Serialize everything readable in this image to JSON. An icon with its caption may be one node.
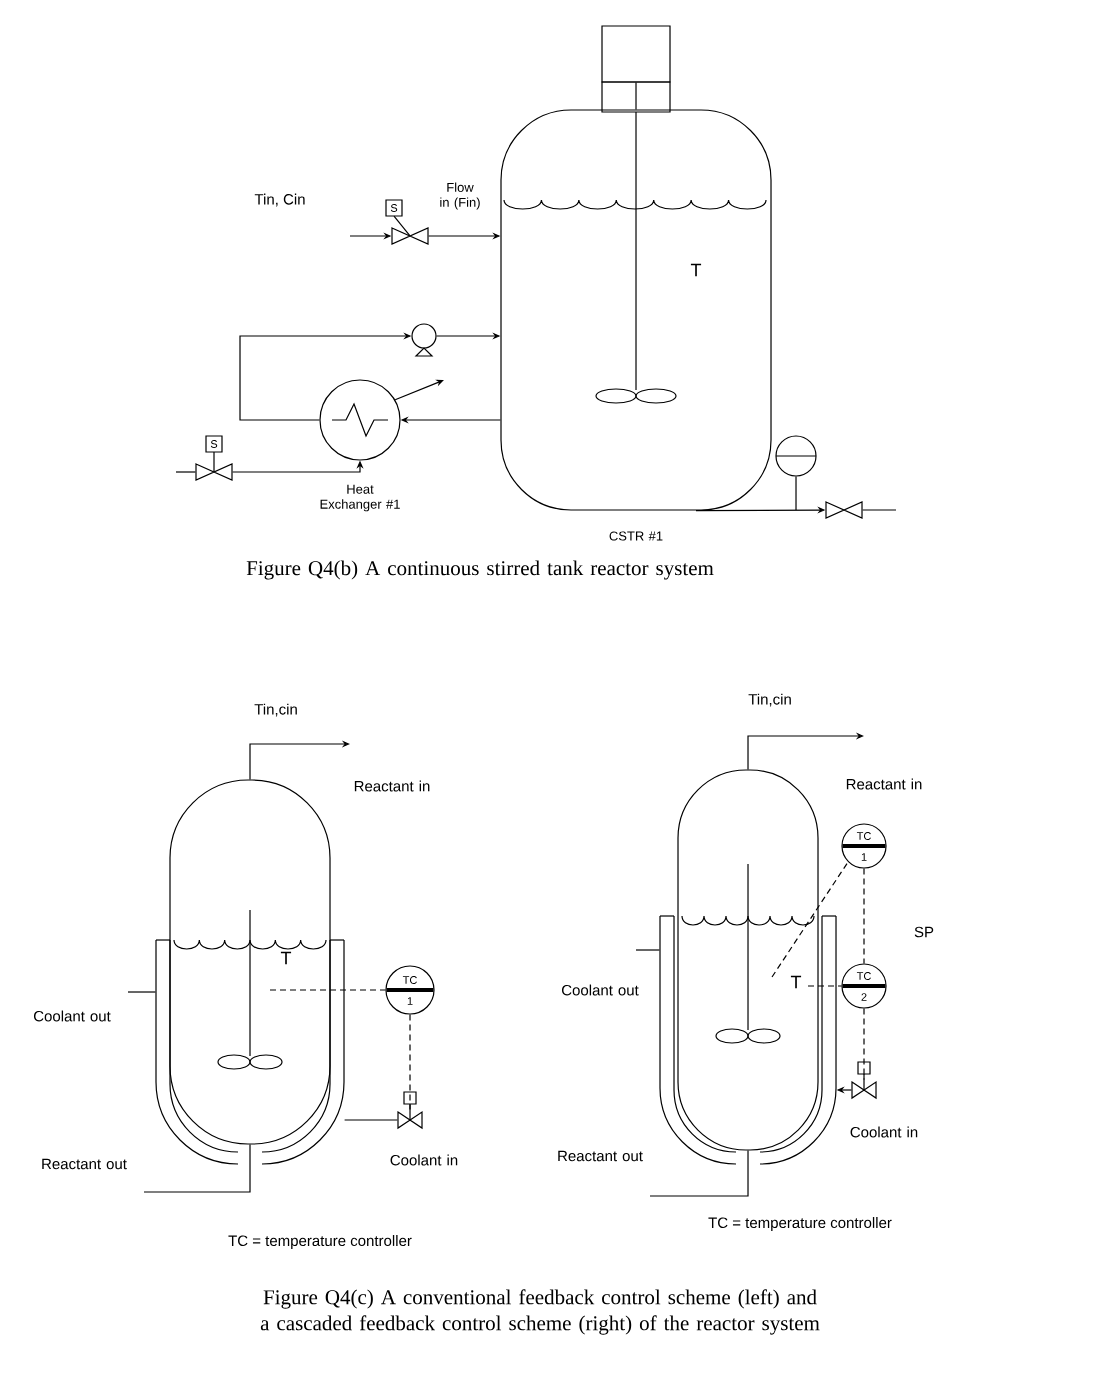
{
  "diagram": {
    "caption": "Figure Q4(c) A conventional feedback control scheme (left) and a cascaded feedback control scheme (right) of the reactor system",
    "nodes": [
      {
        "text": [],
        "shape": "box"
      },
      {
        "text": [
          "T"
        ],
        "beside": [
          "CSTR #1"
        ]
      },
      {
        "text": [],
        "shape": "circle",
        "beside": [
          "Heat Exchanger #1"
        ]
      },
      {
        "text": [
          "S"
        ],
        "beside": [
          "Flow in (Fin)"
        ]
      },
      {
        "text": [],
        "shape": "pump"
      },
      {
        "text": [
          "S"
        ]
      },
      {
        "text": [],
        "shape": "circle"
      },
      {
        "text": [],
        "shape": "valve"
      },
      {
        "text": [
          "T"
        ]
      },
      {
        "text": [
          "TC",
          "1"
        ]
      },
      {
        "text": [],
        "shape": "valve"
      },
      {
        "text": [
          "T"
        ]
      },
      {
        "text": [
          "TC",
          "1"
        ]
      },
      {
        "text": [
          "TC",
          "2"
        ]
      },
      {
        "text": [],
        "shape": "valve"
      }
    ],
    "edges": [
      {
        "from": null,
        "to": 3,
        "arrow": "to"
      },
      {
        "from": 3,
        "to": 1,
        "arrow": "to"
      },
      {
        "from": 4,
        "to": 1,
        "arrow": "to"
      },
      {
        "from": 1,
        "to": 2,
        "arrow": "to"
      },
      {
        "from": 2,
        "to": 4,
        "arrow": "to"
      },
      {
        "from": null,
        "to": 5,
        "arrow": "none"
      },
      {
        "from": 5,
        "to": 2,
        "arrow": "to"
      },
      {
        "from": 2,
        "to": null,
        "arrow": "to"
      },
      {
        "from": 1,
        "to": 7,
        "arrow": "to"
      },
      {
        "from": 6,
        "to": null,
        "arrow": "none"
      },
      {
        "from": 7,
        "to": null,
        "arrow": "none"
      },
      {
        "from": 0,
        "to": 1,
        "arrow": "none"
      },
      {
        "from": 8,
        "to": null,
        "arrow": "to"
      },
      {
        "from": 8,
        "to": 9,
        "arrow": "none",
        "style": "dashed"
      },
      {
        "from": 9,
        "to": 10,
        "arrow": "none",
        "style": "dashed"
      },
      {
        "from": 10,
        "to": 8,
        "arrow": "none"
      },
      {
        "from": 8,
        "to": null,
        "arrow": "none"
      },
      {
        "from": 8,
        "to": null,
        "arrow": "none"
      },
      {
        "from": 11,
        "to": null,
        "arrow": "to"
      },
      {
        "from": 11,
        "to": 12,
        "arrow": "none",
        "style": "dashed"
      },
      {
        "from": 12,
        "to": 13,
        "arrow": "none",
        "style": "dashed"
      },
      {
        "from": 11,
        "to": 13,
        "arrow": "none",
        "style": "dashed"
      },
      {
        "from": 13,
        "to": 14,
        "arrow": "none",
        "style": "dashed"
      },
      {
        "from": 14,
        "to": 11,
        "arrow": "to"
      },
      {
        "from": 11,
        "to": null,
        "arrow": "none"
      },
      {
        "from": 11,
        "to": null,
        "arrow": "none"
      }
    ],
    "labels": [
      "Tin, Cin",
      "Figure Q4(b) A continuous stirred tank reactor system",
      "Tin,cin",
      "Reactant in",
      "Coolant out",
      "Coolant in",
      "Reactant out",
      "Tin,cin",
      "Reactant in",
      "SP",
      "Coolant out",
      "Coolant in",
      "Reactant out",
      "TC = temperature controller",
      "TC = temperature controller"
    ]
  }
}
